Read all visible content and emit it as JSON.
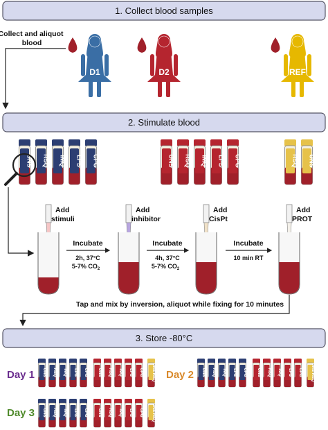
{
  "steps": {
    "step1": "1. Collect blood samples",
    "step2": "2. Stimulate blood",
    "step3": "3. Store -80°C"
  },
  "collect_label": "Collect and aliquot blood",
  "donors": [
    {
      "label": "D1",
      "color": "#3a6ea5"
    },
    {
      "label": "D2",
      "color": "#b5252f"
    },
    {
      "label": "REF",
      "color": "#e6b800"
    }
  ],
  "tube_groups": [
    {
      "color": "#2c3e72",
      "labels": [
        "UNS",
        "RSQ",
        "IMQ",
        "LPS",
        "CPG"
      ]
    },
    {
      "color": "#b5252f",
      "labels": [
        "UNS",
        "RSQ",
        "IMQ",
        "LPS",
        "CPG"
      ]
    },
    {
      "color": "#e6c24a",
      "labels": [
        "RSQ",
        "UNS"
      ]
    }
  ],
  "stimulation": {
    "adds": [
      "Add stimuli",
      "Add inhibitor",
      "Add CisPt",
      "Add PROT"
    ],
    "incubations": [
      {
        "title": "Incubate",
        "line1": "2h, 37°C",
        "line2": "5-7% CO",
        "sub": "2"
      },
      {
        "title": "Incubate",
        "line1": "4h, 37°C",
        "line2": "5-7% CO",
        "sub": "2"
      },
      {
        "title": "Incubate",
        "line1": "10 min RT",
        "line2": "",
        "sub": ""
      }
    ],
    "fix_note": "Tap and mix by inversion, aliquot while fixing for 10 minutes"
  },
  "storage": {
    "days": [
      {
        "label": "Day 1",
        "color": "#6a2d8e"
      },
      {
        "label": "Day 2",
        "color": "#d9892b"
      },
      {
        "label": "Day 3",
        "color": "#4f8a2b"
      }
    ],
    "small_tube_labels": [
      "UNS",
      "RSQ",
      "IMQ",
      "LPS",
      "CPG"
    ],
    "ref_tube_label": "UNS RSQ"
  },
  "colors": {
    "header_fill": "#d6d9ee",
    "header_stroke": "#555566",
    "blood": "#a0202a",
    "arrow": "#222222"
  }
}
